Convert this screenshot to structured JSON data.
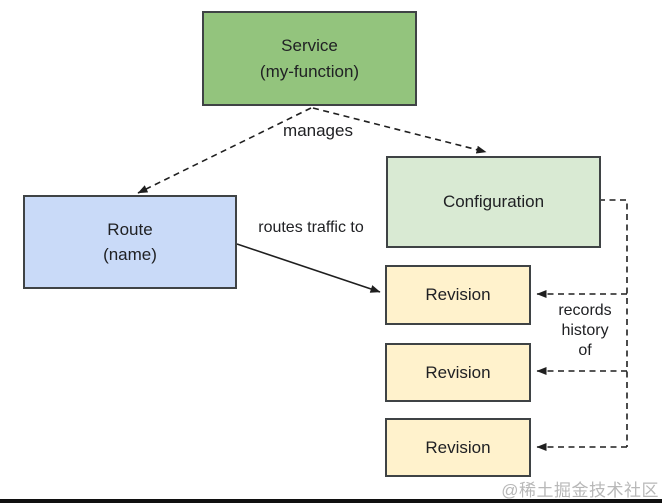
{
  "diagram": {
    "title_hint": "Service / Route / Configuration / Revision relationship diagram",
    "nodes": {
      "service": {
        "label": "Service\n(my-function)",
        "fill": "#93c47d"
      },
      "route": {
        "label": "Route\n(name)",
        "fill": "#c9daf8"
      },
      "configuration": {
        "label": "Configuration",
        "fill": "#d9ead3"
      },
      "revision1": {
        "label": "Revision",
        "fill": "#fff2cc"
      },
      "revision2": {
        "label": "Revision",
        "fill": "#fff2cc"
      },
      "revision3": {
        "label": "Revision",
        "fill": "#fff2cc"
      }
    },
    "edge_labels": {
      "manages": "manages",
      "routes_traffic_to": "routes traffic to",
      "records_history_of": "records\nhistory\nof"
    },
    "edges": [
      {
        "from": "service",
        "to": "route",
        "style": "dashed",
        "label": "manages"
      },
      {
        "from": "service",
        "to": "configuration",
        "style": "dashed",
        "label": "manages"
      },
      {
        "from": "route",
        "to": "revision1",
        "style": "solid",
        "label": "routes traffic to"
      },
      {
        "from": "configuration",
        "to": "revision1",
        "style": "dashed",
        "label": "records history of"
      },
      {
        "from": "configuration",
        "to": "revision2",
        "style": "dashed",
        "label": "records history of"
      },
      {
        "from": "configuration",
        "to": "revision3",
        "style": "dashed",
        "label": "records history of"
      }
    ],
    "colors": {
      "node_border": "#3f4345",
      "line": "#1f1f1f",
      "background": "#ffffff",
      "bottom_bar": "#101010",
      "watermark_text": "#b8b8b8"
    }
  },
  "watermark": {
    "text": "@稀土掘金技术社区"
  }
}
